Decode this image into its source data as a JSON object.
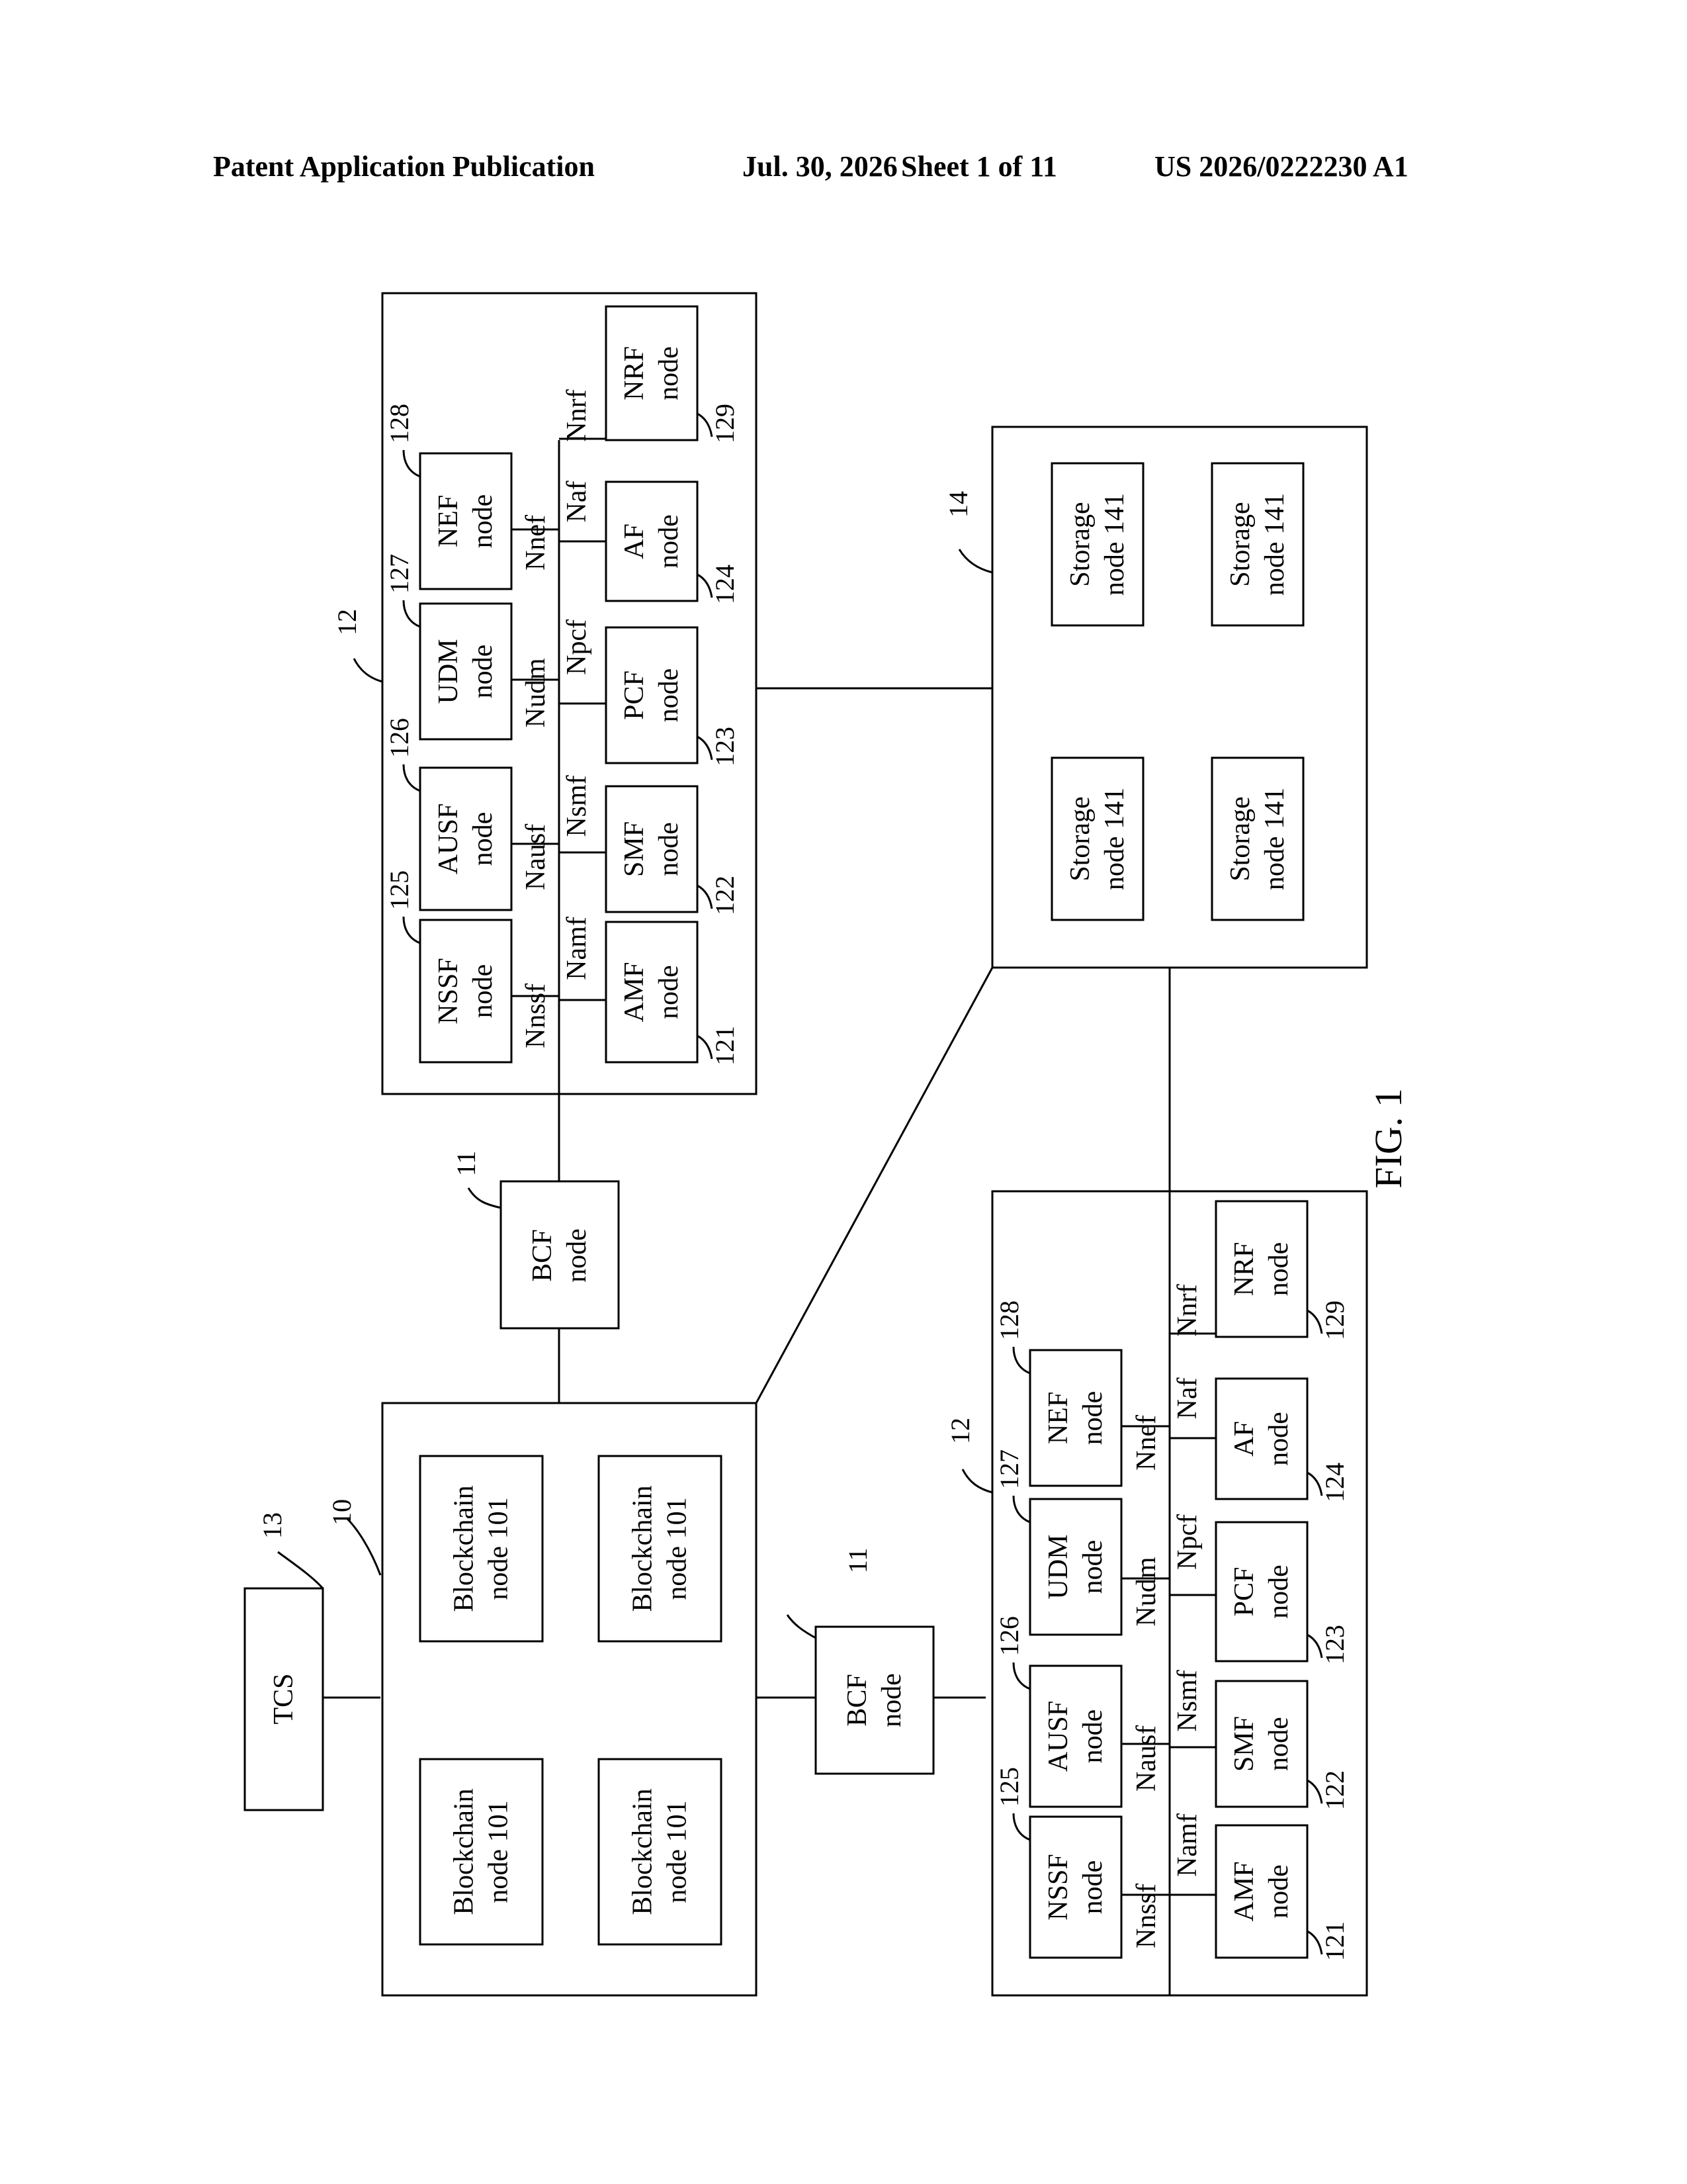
{
  "header": {
    "left": "Patent Application Publication",
    "date": "Jul. 30, 2026",
    "sheet": "Sheet 1 of 11",
    "pubno": "US 2026/0222230 A1"
  },
  "figure_label": "FIG. 1",
  "tcs": {
    "label": "TCS",
    "ref": "13"
  },
  "blockchain": {
    "ref": "10",
    "node_line1": "Blockchain",
    "node_line2": "node 101"
  },
  "bcf": {
    "line1": "BCF",
    "line2": "node",
    "ref": "11"
  },
  "storage": {
    "ref": "14",
    "node_line1": "Storage",
    "node_line2": "node 141"
  },
  "core": {
    "ref": "12",
    "node_word": "node",
    "nodes": {
      "nssf": {
        "name": "NSSF",
        "ref": "125",
        "iface": "Nnssf"
      },
      "ausf": {
        "name": "AUSF",
        "ref": "126",
        "iface": "Nausf"
      },
      "udm": {
        "name": "UDM",
        "ref": "127",
        "iface": "Nudm"
      },
      "nef": {
        "name": "NEF",
        "ref": "128",
        "iface": "Nnef"
      },
      "nrf": {
        "name": "NRF",
        "ref": "129",
        "iface": "Nnrf"
      },
      "amf": {
        "name": "AMF",
        "ref": "121",
        "iface": "Namf"
      },
      "smf": {
        "name": "SMF",
        "ref": "122",
        "iface": "Nsmf"
      },
      "pcf": {
        "name": "PCF",
        "ref": "123",
        "iface": "Npcf"
      },
      "af": {
        "name": "AF",
        "ref": "124",
        "iface": "Naf"
      }
    }
  }
}
